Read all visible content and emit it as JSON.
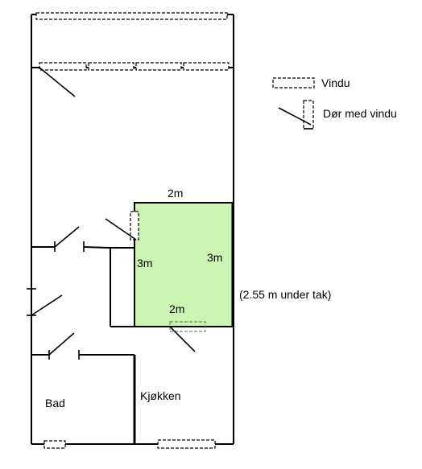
{
  "legend": {
    "window_label": "Vindu",
    "door_with_window_label": "Dør med vindu"
  },
  "room": {
    "top_dim": "2m",
    "left_dim": "3m",
    "right_dim": "3m",
    "bottom_dim": "2m",
    "ceiling_note": "(2.55 m under tak)",
    "fill_color": "#ccf5b4"
  },
  "rooms": {
    "bath": "Bad",
    "kitchen": "Kjøkken"
  }
}
